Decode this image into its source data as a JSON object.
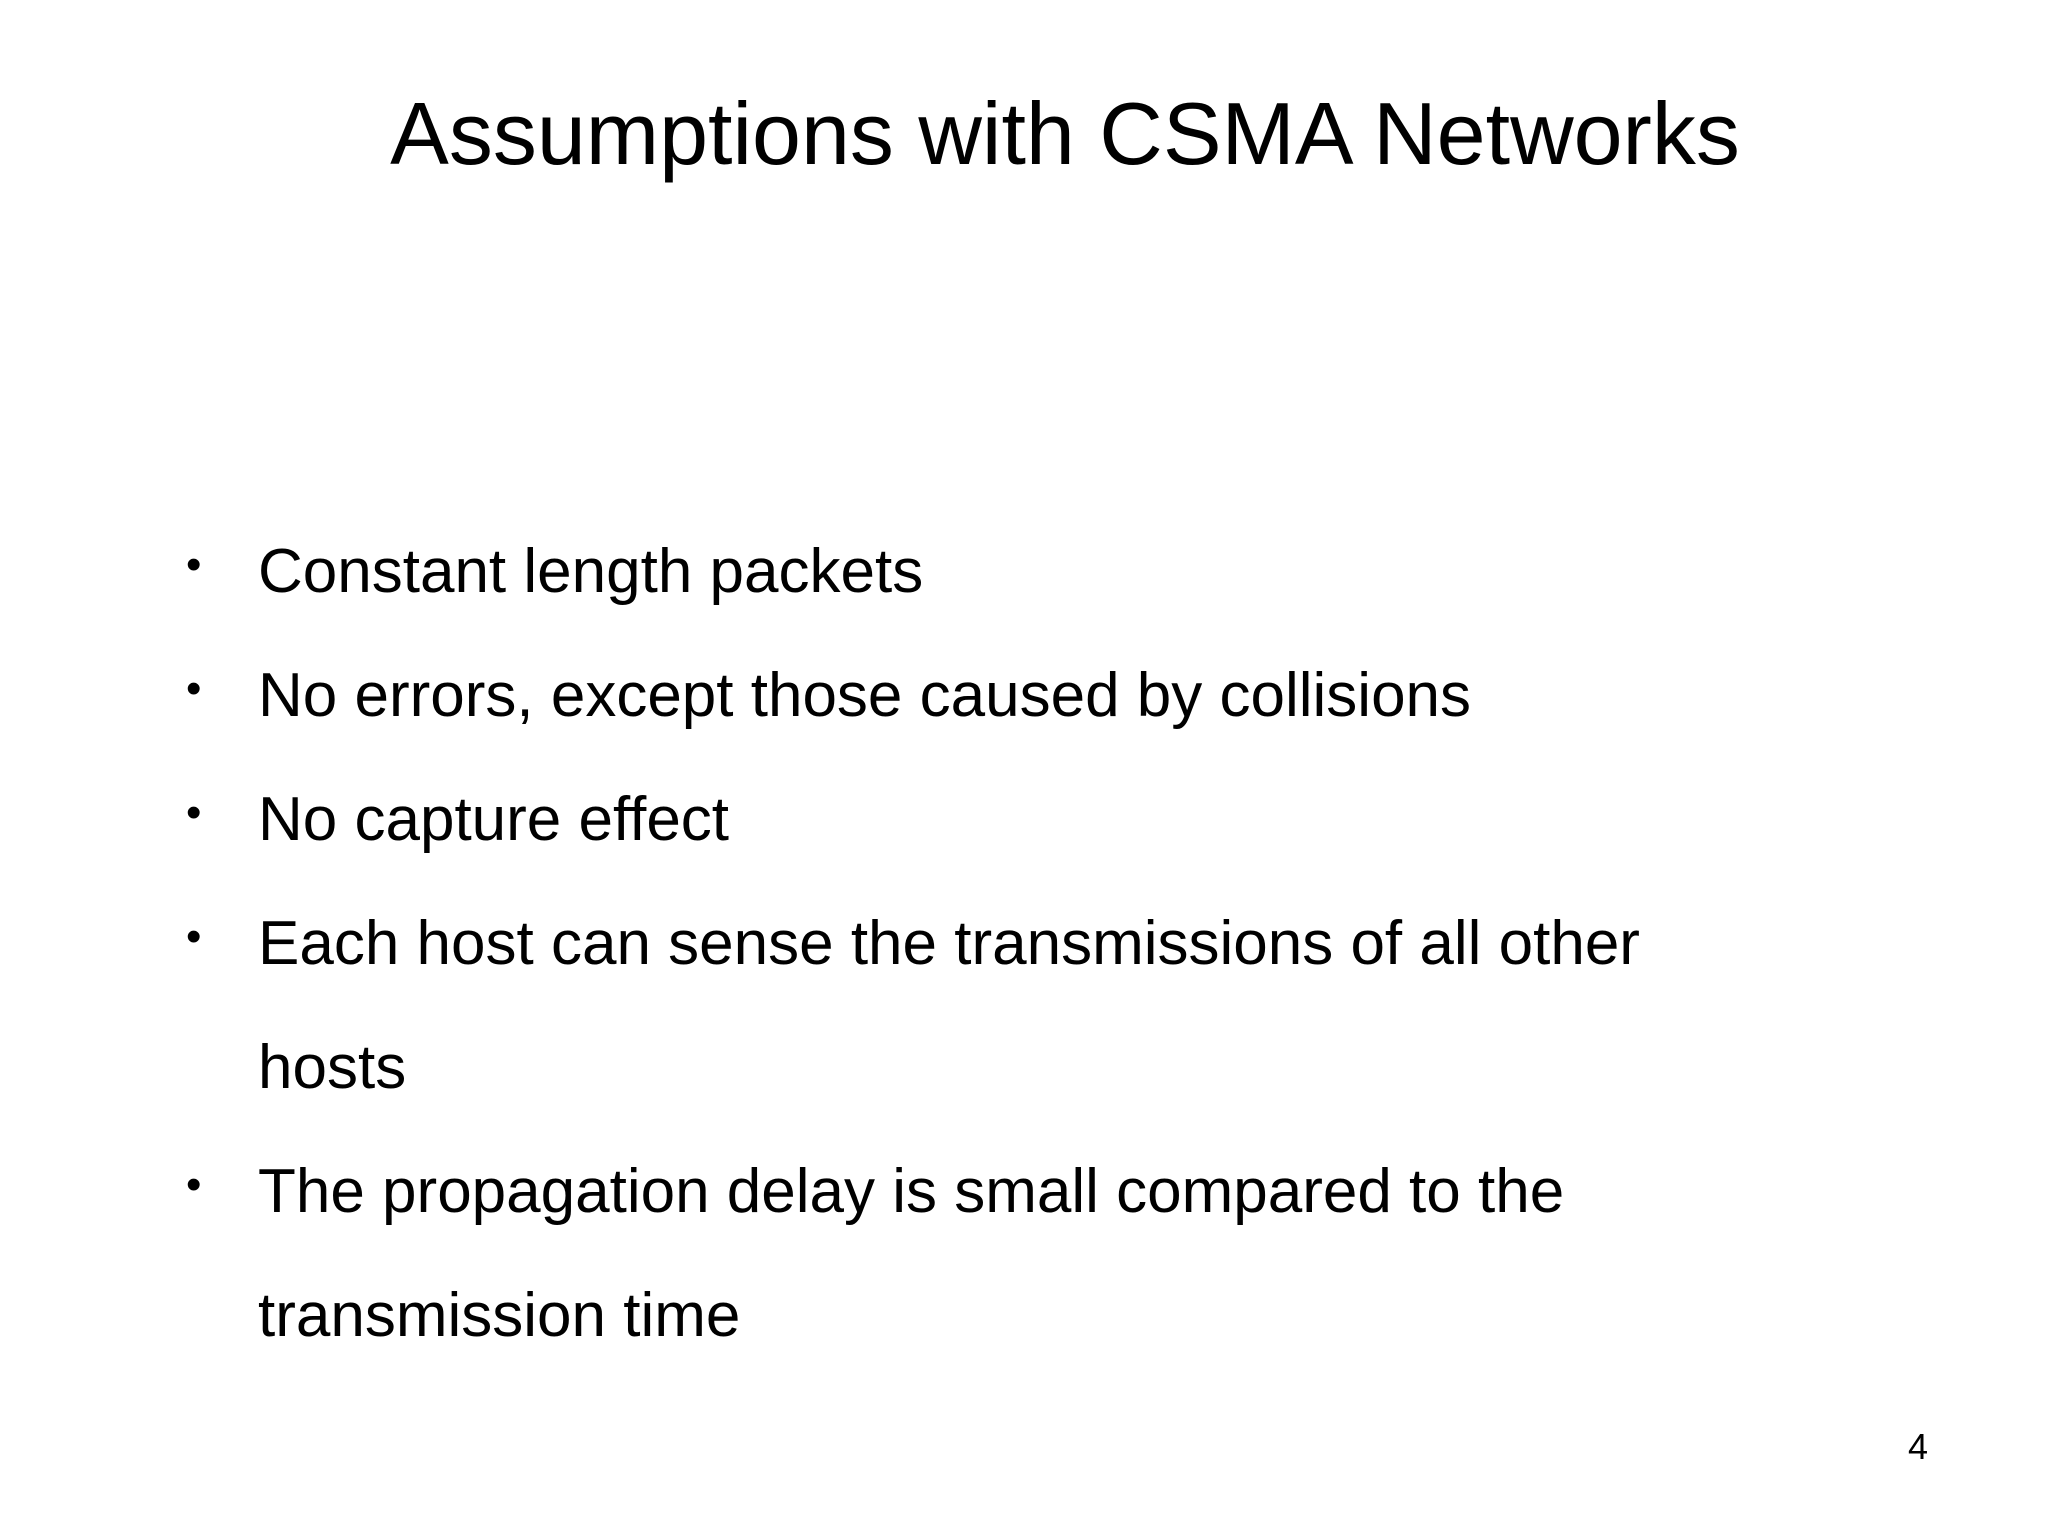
{
  "slide": {
    "title": "Assumptions with CSMA Networks",
    "bullets": [
      "Constant length packets",
      "No errors, except those caused by collisions",
      "No capture effect",
      "Each host can sense the transmissions of all other hosts",
      "The propagation delay is small compared to the transmission time"
    ],
    "bullet_glyph": "•",
    "page_number": "4"
  }
}
